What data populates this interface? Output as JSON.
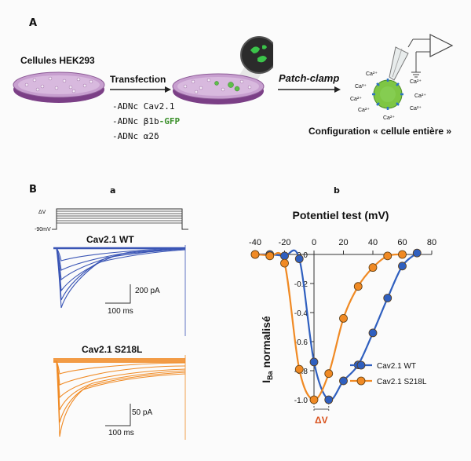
{
  "panel_a": {
    "label": "A",
    "cells_label": "Cellules HEK293",
    "transfection_label": "Transfection",
    "patch_clamp_label": "Patch-clamp",
    "config_label": "Configuration « cellule entière »",
    "ca_ion_label": "Ca²⁺",
    "constructs": [
      {
        "prefix": "-ADNc ",
        "name": "Cav2.1",
        "suffix": ""
      },
      {
        "prefix": "-ADNc ",
        "name": "β1b",
        "suffix": "-GFP"
      },
      {
        "prefix": "-ADNc ",
        "name": "α2δ",
        "suffix": ""
      }
    ]
  },
  "panel_b": {
    "label": "B",
    "sub_a": "a",
    "sub_b": "b",
    "protocol": {
      "delta_v": "ΔV",
      "holding": "-90mV"
    },
    "trace_wt": {
      "title": "Cav2.1 WT",
      "scale_current": "200 pA",
      "scale_time": "100 ms",
      "color": "#3a55b5"
    },
    "trace_mut": {
      "title": "Cav2.1 S218L",
      "scale_current": "50 pA",
      "scale_time": "100 ms",
      "color": "#f08a24"
    }
  },
  "chart_data": {
    "type": "line",
    "title": "Potentiel test (mV)",
    "xlabel": "Potentiel test (mV)",
    "ylabel": "IBa normalisé",
    "xlim": [
      -40,
      80
    ],
    "ylim": [
      -1.0,
      0.0
    ],
    "x_ticks": [
      -40,
      -20,
      0,
      20,
      40,
      60,
      80
    ],
    "y_ticks": [
      0.0,
      -0.2,
      -0.4,
      -0.6,
      -0.8,
      -1.0
    ],
    "x_axis_position": "top",
    "legend_position": "bottom-right",
    "annotation": "ΔV",
    "series": [
      {
        "name": "Cav2.1 WT",
        "color": "#2f5fbf",
        "x": [
          -40,
          -30,
          -20,
          -10,
          0,
          10,
          20,
          30,
          40,
          50,
          60,
          70
        ],
        "y": [
          0.0,
          0.0,
          -0.01,
          -0.03,
          -0.74,
          -1.0,
          -0.87,
          -0.76,
          -0.54,
          -0.3,
          -0.08,
          0.01
        ]
      },
      {
        "name": "Cav2.1 S218L",
        "color": "#f08a24",
        "x": [
          -40,
          -30,
          -20,
          -10,
          0,
          10,
          20,
          30,
          40,
          50,
          60
        ],
        "y": [
          0.0,
          -0.01,
          -0.06,
          -0.79,
          -1.0,
          -0.82,
          -0.44,
          -0.22,
          -0.09,
          -0.01,
          0.0
        ]
      }
    ]
  }
}
